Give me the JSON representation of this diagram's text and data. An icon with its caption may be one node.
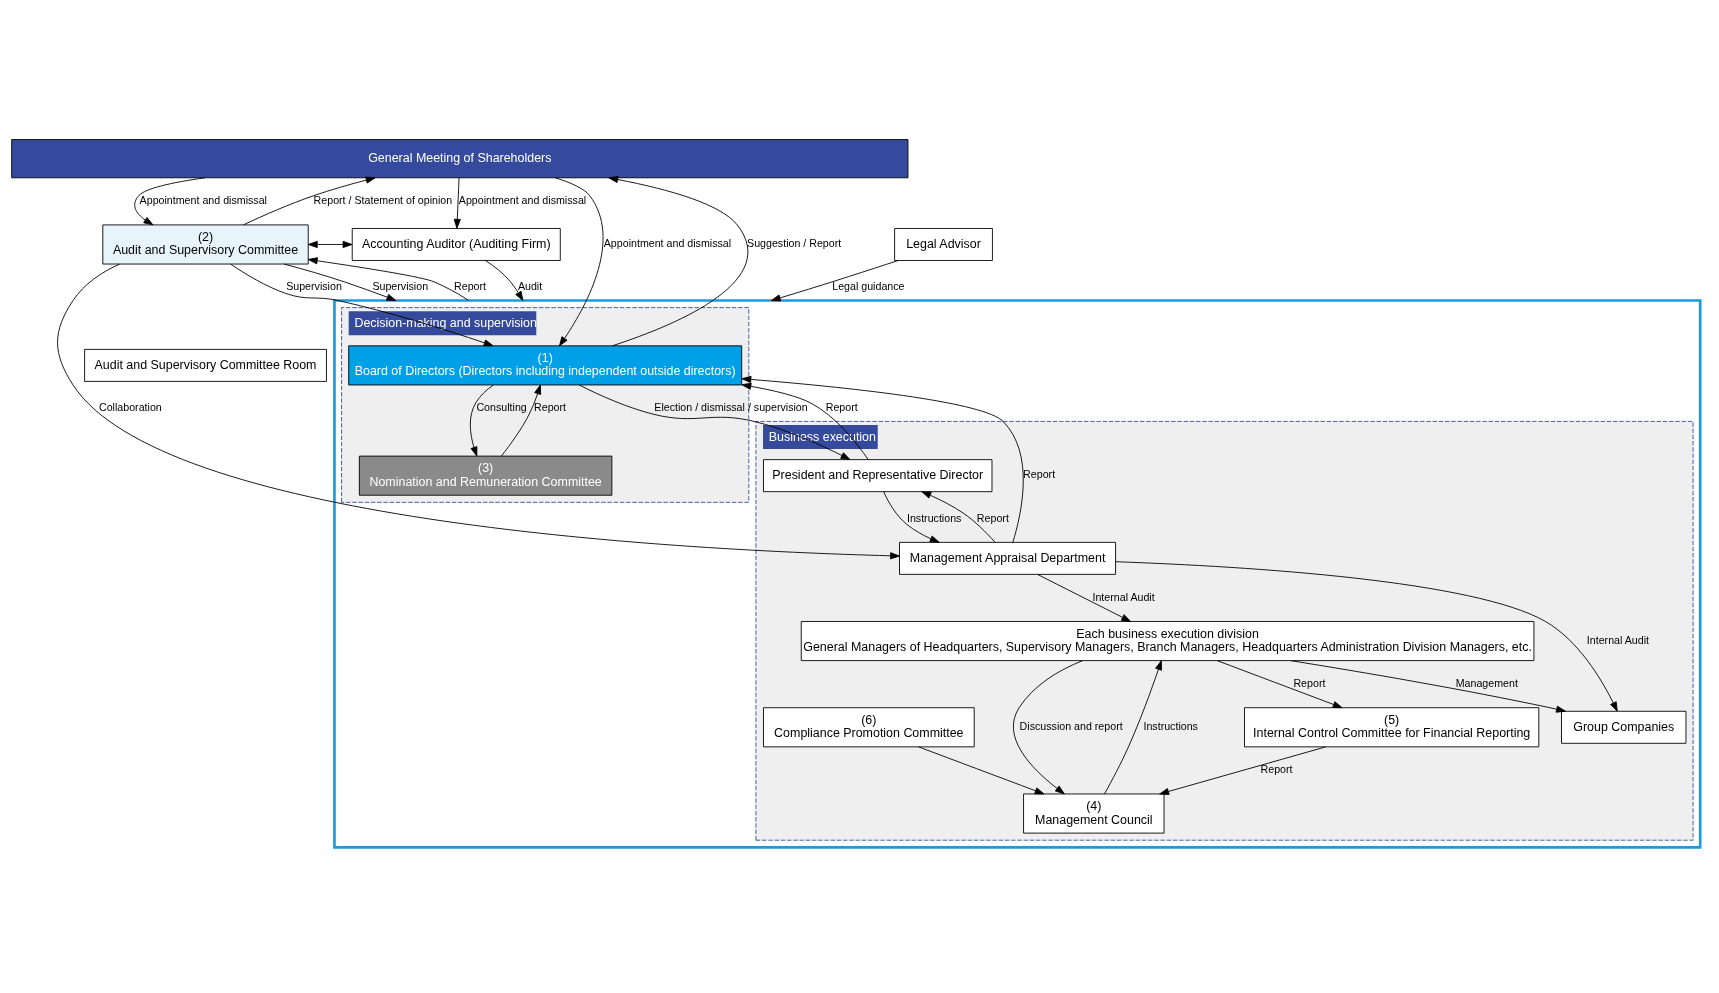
{
  "diagram": {
    "nodes": [
      {
        "text": [
          "General Meeting of Shareholders"
        ]
      },
      {
        "text": [],
        "shape": "box"
      },
      {
        "text": [
          "Decision-making and supervision"
        ],
        "in": 1
      },
      {
        "text": [
          "(1)",
          "Board of Directors (Directors including independent outside directors)"
        ],
        "in": 2
      },
      {
        "text": [
          "(3)",
          "Nomination and Remuneration Committee"
        ],
        "in": 2
      },
      {
        "text": [
          "Business execution"
        ],
        "in": 1
      },
      {
        "text": [
          "President and Representative Director"
        ],
        "in": 5
      },
      {
        "text": [
          "(4)",
          "Management Council"
        ],
        "in": 5
      },
      {
        "text": [
          "Management Appraisal Department"
        ],
        "in": 5
      },
      {
        "text": [
          "(5)",
          "Internal Control Committee for Financial Reporting"
        ],
        "in": 5
      },
      {
        "text": [
          "(6)",
          "Compliance Promotion Committee"
        ],
        "in": 5
      },
      {
        "text": [
          "Each business execution division",
          "General Managers of Headquarters, Supervisory Managers, Branch Managers, Headquarters Administration Division Managers, etc."
        ],
        "in": 5
      },
      {
        "text": [
          "Group Companies"
        ],
        "in": 5
      },
      {
        "text": [
          "(2)",
          "Audit and Supervisory Committee"
        ]
      },
      {
        "text": [
          "Audit and Supervisory Committee Room"
        ]
      },
      {
        "text": [
          "Accounting Auditor (Auditing Firm)"
        ]
      },
      {
        "text": [
          "Legal Advisor"
        ]
      }
    ],
    "edges": [
      {
        "from": 0,
        "to": 15,
        "arrow": "to",
        "label": "Appointment and dismissal"
      },
      {
        "from": 0,
        "to": 13,
        "arrow": "to",
        "label": "Appointment and dismissal"
      },
      {
        "from": 13,
        "to": 0,
        "arrow": "to",
        "label": "Report / Statement of opinion"
      },
      {
        "from": 0,
        "to": 3,
        "arrow": "to",
        "label": "Appointment and dismissal"
      },
      {
        "from": 3,
        "to": 0,
        "arrow": "to",
        "label": "Suggestion / Report"
      },
      {
        "from": 13,
        "to": 3,
        "arrow": "to",
        "label": "Supervision"
      },
      {
        "from": 3,
        "to": 4,
        "arrow": "to",
        "label": "Consulting"
      },
      {
        "from": 4,
        "to": 3,
        "arrow": "to",
        "label": "Report"
      },
      {
        "from": 8,
        "to": 3,
        "arrow": "to",
        "label": "Report"
      },
      {
        "from": 3,
        "to": 6,
        "arrow": "to",
        "label": "Election / dismissal / supervision"
      },
      {
        "from": 6,
        "to": 3,
        "arrow": "to",
        "label": "Report"
      },
      {
        "from": 13,
        "to": 1,
        "arrow": "to",
        "label": "Supervision"
      },
      {
        "from": 1,
        "to": 13,
        "arrow": "to",
        "label": "Report"
      },
      {
        "from": 13,
        "to": 15,
        "arrow": "both"
      },
      {
        "from": 13,
        "to": 8,
        "arrow": "to",
        "label": "Collaboration"
      },
      {
        "from": 6,
        "to": 8,
        "arrow": "to",
        "label": "Instructions"
      },
      {
        "from": 8,
        "to": 6,
        "arrow": "to",
        "label": "Report"
      },
      {
        "from": 7,
        "to": 11,
        "arrow": "to",
        "label": "Instructions"
      },
      {
        "from": 11,
        "to": 7,
        "arrow": "to",
        "label": "Discussion and report"
      },
      {
        "from": 9,
        "to": 7,
        "arrow": "to",
        "label": "Report"
      },
      {
        "from": 10,
        "to": 7,
        "arrow": "to"
      },
      {
        "from": 11,
        "to": 9,
        "arrow": "to",
        "label": "Report"
      },
      {
        "from": 8,
        "to": 11,
        "arrow": "to",
        "label": "Internal Audit"
      },
      {
        "from": 8,
        "to": 12,
        "arrow": "to",
        "label": "Internal Audit"
      },
      {
        "from": 11,
        "to": 12,
        "arrow": "to",
        "label": "Management"
      },
      {
        "from": 15,
        "to": 1,
        "arrow": "to",
        "label": "Audit"
      },
      {
        "from": 16,
        "to": 1,
        "arrow": "to",
        "label": "Legal guidance"
      }
    ]
  }
}
